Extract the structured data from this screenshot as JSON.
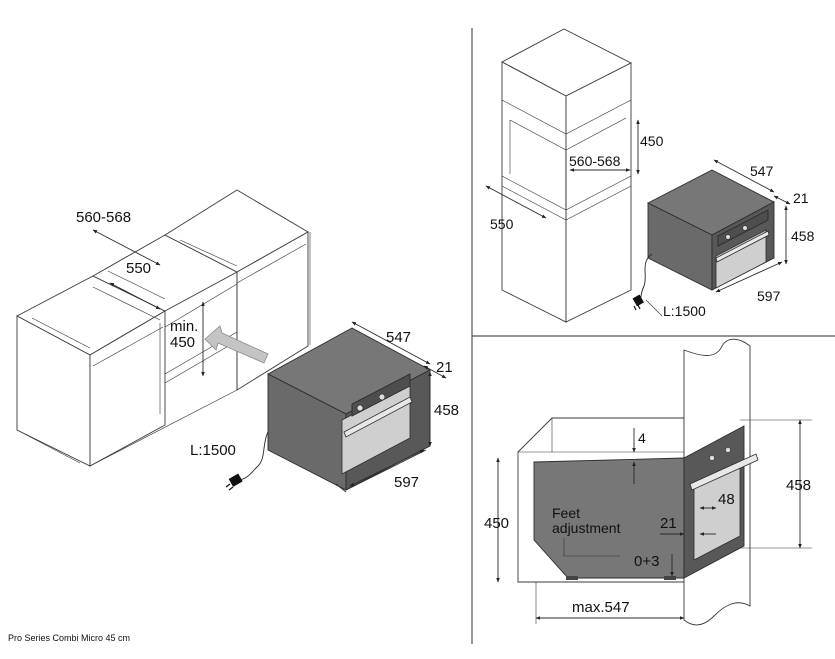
{
  "footer": {
    "caption": "Pro Series Combi Micro 45 cm"
  },
  "left_panel": {
    "niche_width": "560-568",
    "niche_depth": "550",
    "niche_height_label": "min.",
    "niche_height_value": "450",
    "appliance_depth": "547",
    "front_thickness": "21",
    "appliance_height": "458",
    "appliance_width": "597",
    "cable_length": "L:1500"
  },
  "top_right_panel": {
    "niche_height": "450",
    "niche_width": "560-568",
    "niche_depth": "550",
    "appliance_depth": "547",
    "front_thickness": "21",
    "appliance_height": "458",
    "appliance_width": "597",
    "cable_length": "L:1500"
  },
  "bottom_right_panel": {
    "top_gap": "4",
    "niche_height": "450",
    "feet_label_line1": "Feet",
    "feet_label_line2": "adjustment",
    "front_thickness": "21",
    "feet_adjust_value": "0+3",
    "control_depth": "48",
    "appliance_height": "458",
    "max_depth": "max.547"
  },
  "colors": {
    "appliance_body": "#6a6a6a",
    "glass": "#cfcfcf",
    "line": "#2a2a2a",
    "arrow": "#c4c4c4"
  }
}
